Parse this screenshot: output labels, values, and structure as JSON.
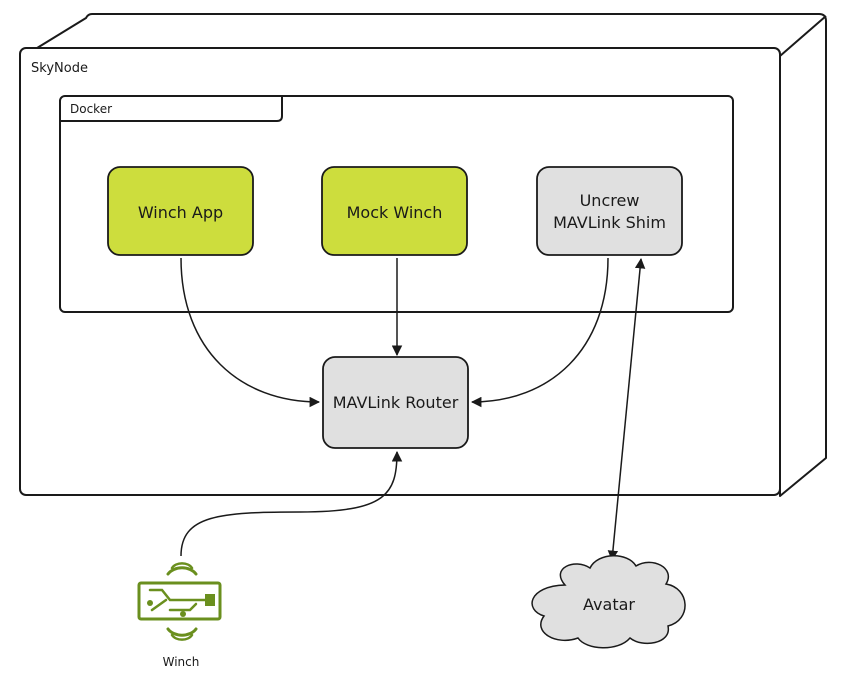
{
  "skynode": {
    "label": "SkyNode"
  },
  "docker": {
    "label": "Docker"
  },
  "nodes": {
    "winch_app": {
      "label": "Winch App"
    },
    "mock_winch": {
      "label": "Mock Winch"
    },
    "uncrew_shim": {
      "label_line1": "Uncrew",
      "label_line2": "MAVLink Shim"
    },
    "mavlink_router": {
      "label": "MAVLink Router"
    },
    "avatar": {
      "label": "Avatar"
    },
    "winch_device": {
      "label": "Winch",
      "icon": "circuit-board-wireless-icon"
    }
  },
  "colors": {
    "accent_green": "#cddd3d",
    "accent_green_stroke": "#6f8f1c",
    "neutral_fill": "#e0e0e0",
    "stroke": "#1a1a1a",
    "icon_green": "#6a8f1e"
  }
}
